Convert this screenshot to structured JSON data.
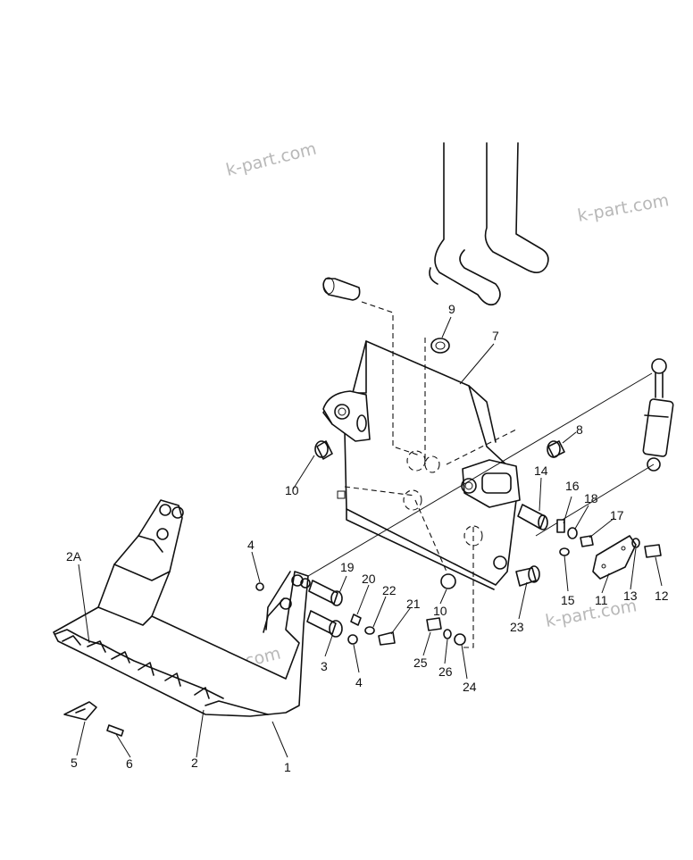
{
  "watermarks": [
    "k-part.com",
    "k-part.com",
    "k-part.com",
    "k-part.com"
  ],
  "callouts": {
    "c1": "1",
    "c2": "2",
    "c2a": "2A",
    "c3": "3",
    "c4a": "4",
    "c4b": "4",
    "c5": "5",
    "c6": "6",
    "c7": "7",
    "c8": "8",
    "c9": "9",
    "c10a": "10",
    "c10b": "10",
    "c11": "11",
    "c12": "12",
    "c13": "13",
    "c14": "14",
    "c15": "15",
    "c16": "16",
    "c17": "17",
    "c18": "18",
    "c19": "19",
    "c20": "20",
    "c21": "21",
    "c22": "22",
    "c23": "23",
    "c24": "24",
    "c25": "25",
    "c26": "26"
  }
}
